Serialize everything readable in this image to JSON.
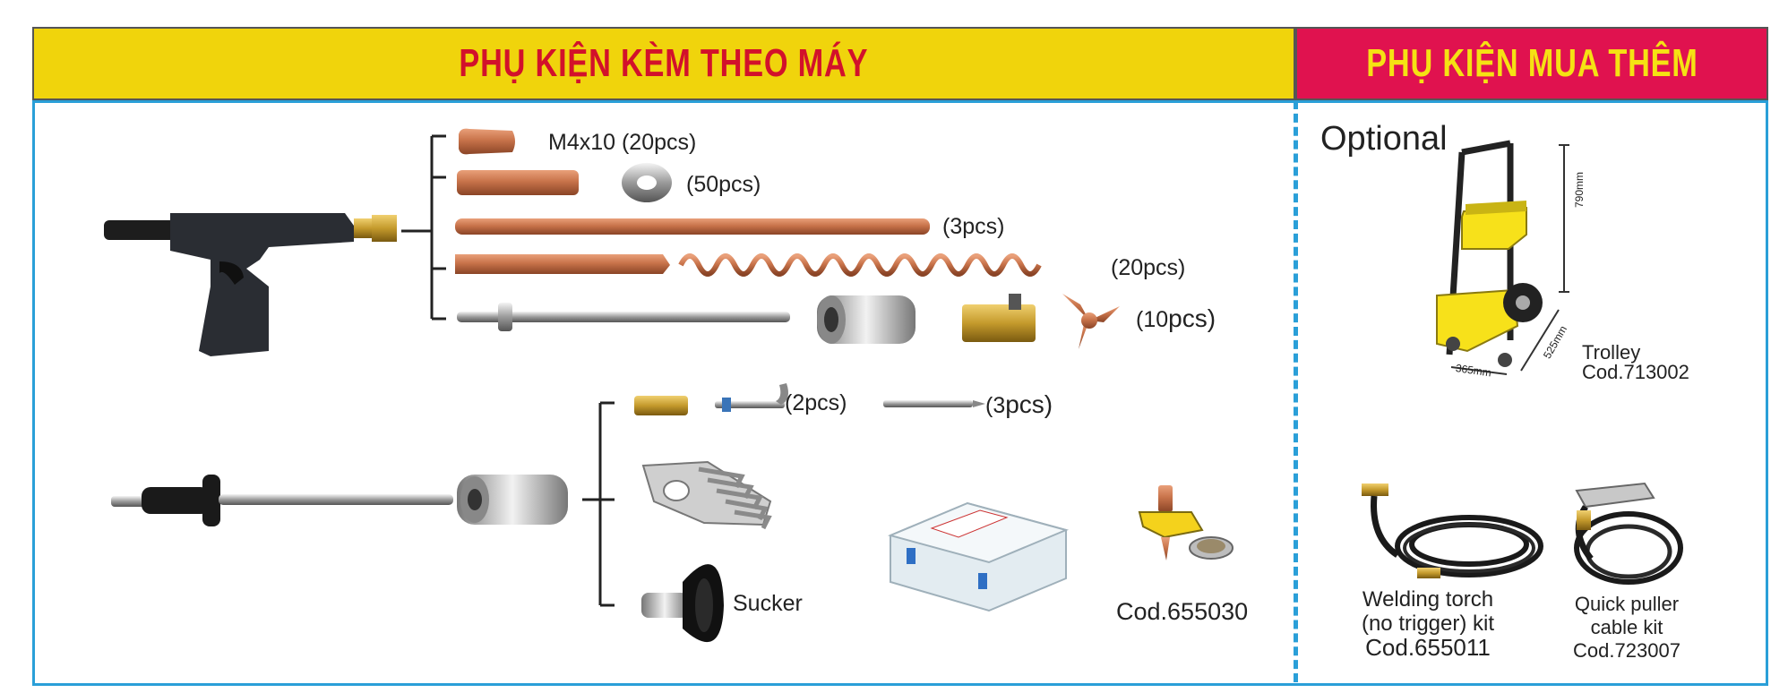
{
  "headers": {
    "included": "PHỤ KIỆN KÈM THEO MÁY",
    "optional": "PHỤ KIỆN MUA THÊM"
  },
  "included": {
    "gun_accessories": {
      "m4x10": "M4x10 (20pcs)",
      "washers": "(50pcs)",
      "rods": "(3pcs)",
      "wire_spring": "(20pcs)",
      "puller_set_qty_prefix": "(10",
      "puller_set_qty_suffix": "pcs)"
    },
    "slide_hammer": {
      "hooks_qty": "(2pcs)",
      "pins_qty_prefix": "(3",
      "pins_qty_suffix": "pcs)",
      "sucker": "Sucker"
    },
    "ground_clamp_code": "Cod.655030"
  },
  "optional": {
    "title": "Optional",
    "trolley": {
      "name": "Trolley",
      "code": "Cod.713002",
      "dim_height": "790mm",
      "dim_depth": "525mm",
      "dim_width": "365mm"
    },
    "welding_torch": {
      "line1": "Welding torch",
      "line2": "(no trigger) kit",
      "code": "Cod.655011"
    },
    "puller_cable": {
      "line1": "Quick puller",
      "line2": "cable kit",
      "code": "Cod.723007"
    }
  },
  "colors": {
    "header_included_bg": "#f0d40c",
    "header_included_text": "#d2112b",
    "header_optional_bg": "#e0124f",
    "header_optional_text": "#f5e213",
    "border": "#2a9fd8",
    "copper": "#c8734a",
    "trolley_yellow": "#f7e11a"
  }
}
